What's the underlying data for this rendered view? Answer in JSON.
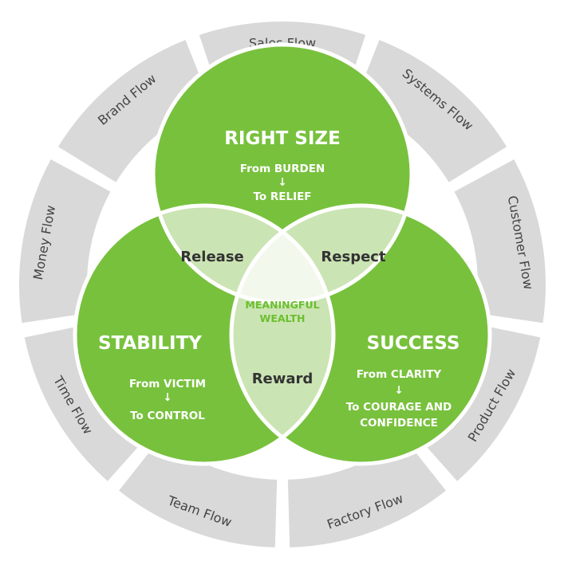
{
  "diagram": {
    "colors": {
      "flow_segment": "#d9d9d9",
      "circle_fill": "#78c13d",
      "overlap_fill": "#cbe4b4",
      "center_fill": "#f2f8ec",
      "outline": "#ffffff",
      "flow_text": "#444444",
      "overlap_text": "#333333",
      "center_text": "#6bbf2e"
    },
    "flows": [
      "Sales Flow",
      "Systems Flow",
      "Customer Flow",
      "Product Flow",
      "Factory Flow",
      "Team Flow",
      "Time Flow",
      "Money Flow",
      "Brand Flow"
    ],
    "circles": {
      "top": {
        "title": "RIGHT SIZE",
        "line1": "From BURDEN",
        "arrow": "↓",
        "line2": "To RELIEF"
      },
      "left": {
        "title": "STABILITY",
        "line1": "From VICTIM",
        "arrow": "↓",
        "line2": "To CONTROL"
      },
      "right": {
        "title": "SUCCESS",
        "line1": "From CLARITY",
        "arrow": "↓",
        "line2": "To COURAGE AND",
        "line3": "CONFIDENCE"
      }
    },
    "overlaps": {
      "top_left": "Release",
      "top_right": "Respect",
      "bottom": "Reward"
    },
    "center": {
      "line1": "MEANINGFUL",
      "line2": "WEALTH"
    }
  }
}
